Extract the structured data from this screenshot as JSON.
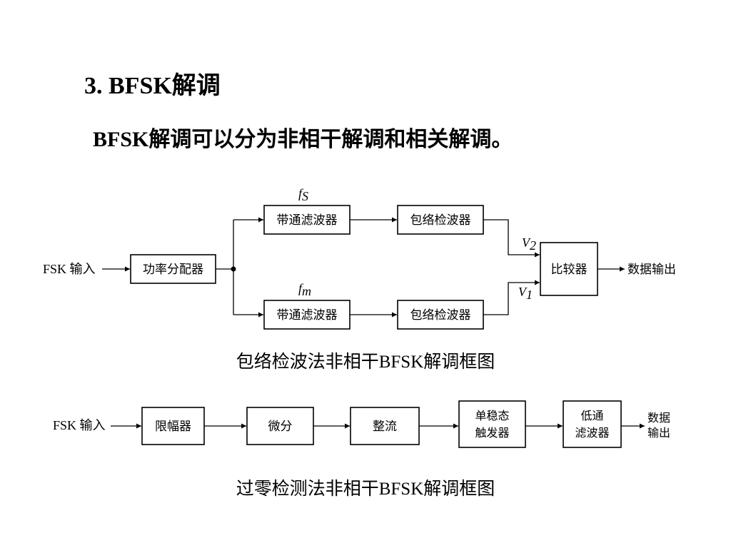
{
  "title": "3.  BFSK解调",
  "subtitle": "BFSK解调可以分为非相干解调和相关解调。",
  "diagram1": {
    "input_label": "FSK 输入",
    "splitter": "功率分配器",
    "upper_branch": {
      "freq_symbol": "f",
      "freq_sub": "S",
      "bandpass": "带通滤波器",
      "envelope": "包络检波器",
      "out_symbol": "V",
      "out_sub": "2"
    },
    "lower_branch": {
      "freq_symbol": "f",
      "freq_sub": "m",
      "bandpass": "带通滤波器",
      "envelope": "包络检波器",
      "out_symbol": "V",
      "out_sub": "1"
    },
    "comparator": "比较器",
    "output_label": "数据输出",
    "caption": "包络检波法非相干BFSK解调框图"
  },
  "diagram2": {
    "input_label": "FSK 输入",
    "blocks": [
      {
        "line1": "限幅器",
        "line2": ""
      },
      {
        "line1": "微分",
        "line2": ""
      },
      {
        "line1": "整流",
        "line2": ""
      },
      {
        "line1": "单稳态",
        "line2": "触发器"
      },
      {
        "line1": "低通",
        "line2": "滤波器"
      }
    ],
    "output_line1": "数据",
    "output_line2": "输出",
    "caption": "过零检测法非相干BFSK解调框图"
  }
}
